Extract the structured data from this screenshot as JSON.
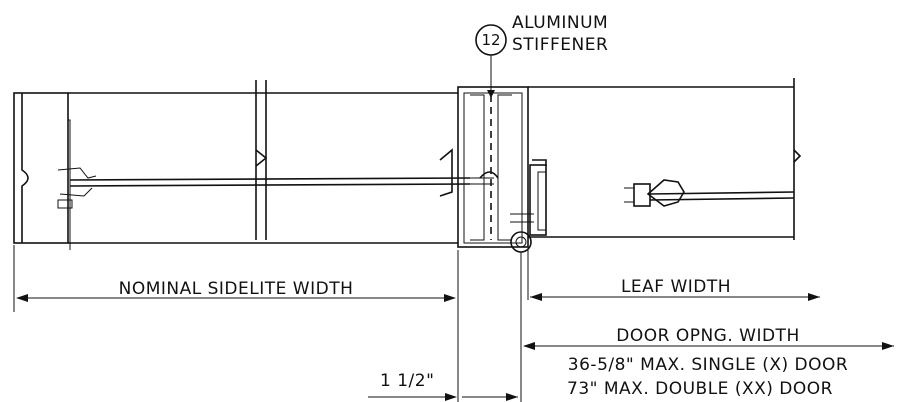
{
  "callout": {
    "number": "12",
    "line1": "ALUMINUM",
    "line2": "STIFFENER"
  },
  "dimensions": {
    "sidelite": "NOMINAL SIDELITE WIDTH",
    "leaf": "LEAF WIDTH",
    "door_opening": "DOOR OPNG. WIDTH",
    "single_door": "36-5/8\" MAX. SINGLE (X) DOOR",
    "double_door": "73\" MAX. DOUBLE (XX) DOOR",
    "offset": "1 1/2\""
  }
}
